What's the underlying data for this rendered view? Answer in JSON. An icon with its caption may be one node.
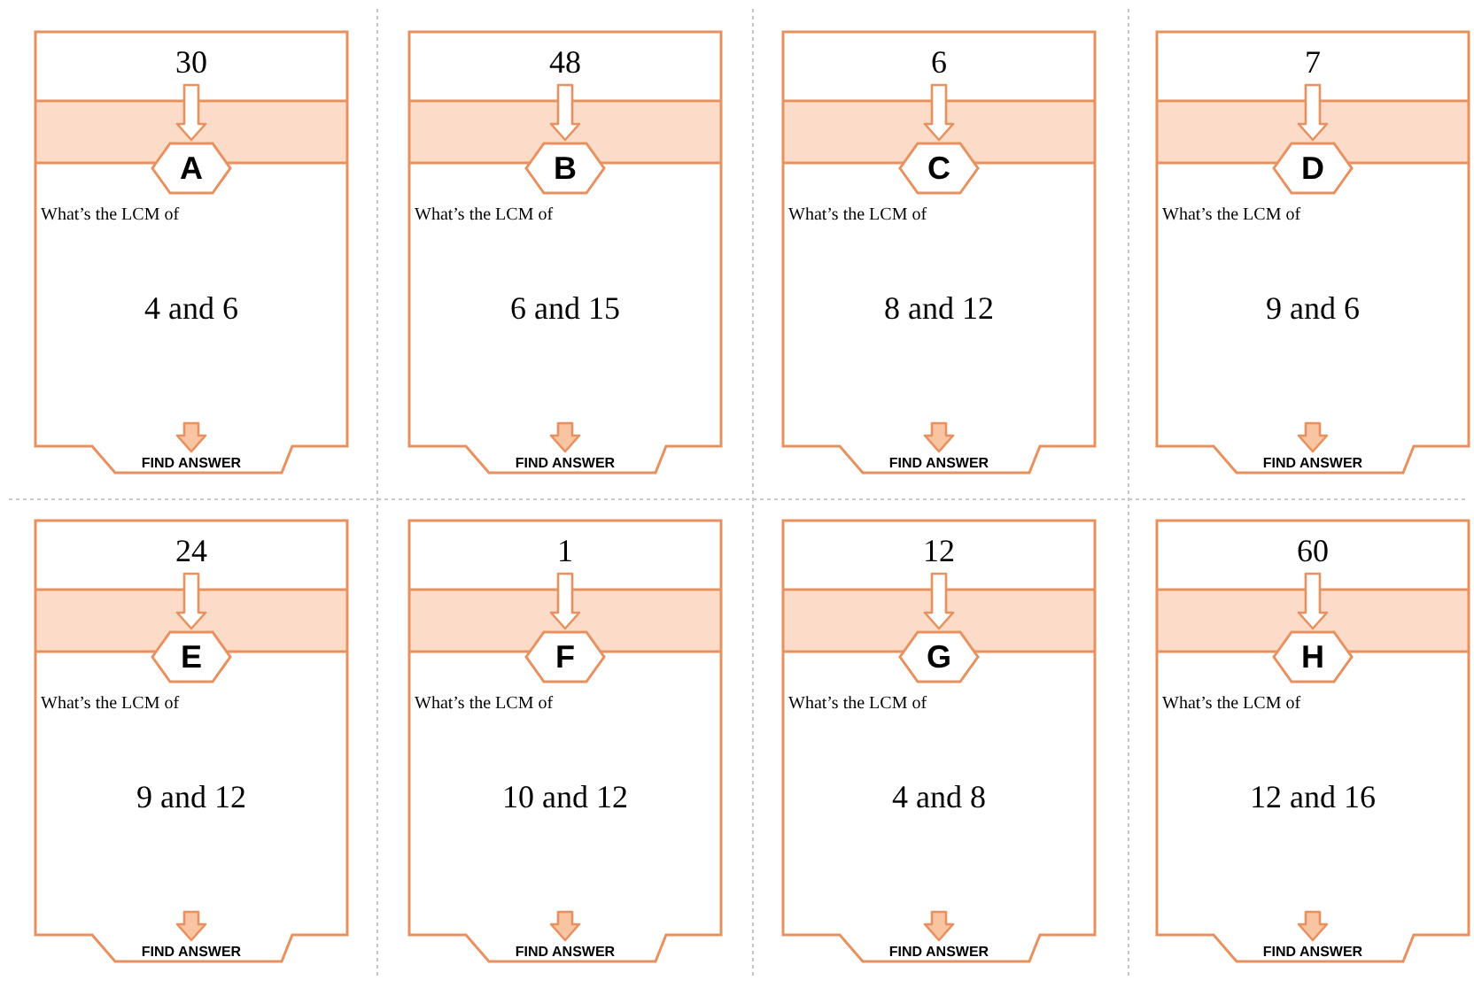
{
  "diagram": {
    "nodes": [
      {
        "text": [
          "What’s the LCM of",
          "4 and 6"
        ]
      },
      {
        "text": [
          "30"
        ],
        "in": 0
      },
      {
        "text": [
          "A"
        ],
        "in": 0
      },
      {
        "text": [
          "FIND ANSWER"
        ],
        "in": 0
      },
      {
        "text": [
          "What’s the LCM of",
          "6 and 15"
        ]
      },
      {
        "text": [
          "48"
        ],
        "in": 4
      },
      {
        "text": [
          "B"
        ],
        "in": 4
      },
      {
        "text": [
          "FIND ANSWER"
        ],
        "in": 4
      },
      {
        "text": [
          "What’s the LCM of",
          "8 and 12"
        ]
      },
      {
        "text": [
          "6"
        ],
        "in": 8
      },
      {
        "text": [
          "C"
        ],
        "in": 8
      },
      {
        "text": [
          "FIND ANSWER"
        ],
        "in": 8
      },
      {
        "text": [
          "What’s the LCM of",
          "9 and 6"
        ]
      },
      {
        "text": [
          "7"
        ],
        "in": 12
      },
      {
        "text": [
          "D"
        ],
        "in": 12
      },
      {
        "text": [
          "FIND ANSWER"
        ],
        "in": 12
      },
      {
        "text": [
          "What’s the LCM of",
          "9 and 12"
        ]
      },
      {
        "text": [
          "24"
        ],
        "in": 16
      },
      {
        "text": [
          "E"
        ],
        "in": 16
      },
      {
        "text": [
          "FIND ANSWER"
        ],
        "in": 16
      },
      {
        "text": [
          "What’s the LCM of",
          "10 and 12"
        ]
      },
      {
        "text": [
          "1"
        ],
        "in": 20
      },
      {
        "text": [
          "F"
        ],
        "in": 20
      },
      {
        "text": [
          "FIND ANSWER"
        ],
        "in": 20
      },
      {
        "text": [
          "What’s the LCM of",
          "4 and 8"
        ]
      },
      {
        "text": [
          "12"
        ],
        "in": 24
      },
      {
        "text": [
          "G"
        ],
        "in": 24
      },
      {
        "text": [
          "FIND ANSWER"
        ],
        "in": 24
      },
      {
        "text": [
          "What’s the LCM of",
          "12 and 16"
        ]
      },
      {
        "text": [
          "60"
        ],
        "in": 28
      },
      {
        "text": [
          "H"
        ],
        "in": 28
      },
      {
        "text": [
          "FIND ANSWER"
        ],
        "in": 28
      }
    ],
    "edges": [
      {
        "from": 1,
        "to": 2,
        "arrow": "to"
      },
      {
        "from": null,
        "to": 3,
        "arrow": "to"
      },
      {
        "from": 5,
        "to": 6,
        "arrow": "to"
      },
      {
        "from": null,
        "to": 7,
        "arrow": "to"
      },
      {
        "from": 9,
        "to": 10,
        "arrow": "to"
      },
      {
        "from": null,
        "to": 11,
        "arrow": "to"
      },
      {
        "from": 13,
        "to": 14,
        "arrow": "to"
      },
      {
        "from": null,
        "to": 15,
        "arrow": "to"
      },
      {
        "from": 17,
        "to": 18,
        "arrow": "to"
      },
      {
        "from": null,
        "to": 19,
        "arrow": "to"
      },
      {
        "from": 21,
        "to": 22,
        "arrow": "to"
      },
      {
        "from": null,
        "to": 23,
        "arrow": "to"
      },
      {
        "from": 25,
        "to": 26,
        "arrow": "to"
      },
      {
        "from": null,
        "to": 27,
        "arrow": "to"
      },
      {
        "from": 29,
        "to": 30,
        "arrow": "to"
      },
      {
        "from": null,
        "to": 31,
        "arrow": "to"
      }
    ]
  }
}
